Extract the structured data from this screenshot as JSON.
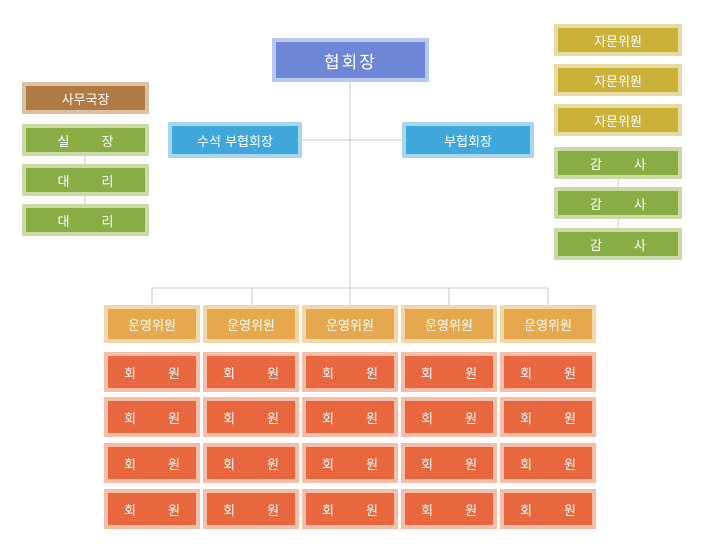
{
  "chairman": "협회장",
  "vice_senior": "수석 부협회장",
  "vice": "부협회장",
  "office_head": "사무국장",
  "office_staff": [
    "실 장",
    "대 리",
    "대 리"
  ],
  "advisors": [
    "자문위원",
    "자문위원",
    "자문위원"
  ],
  "auditors": [
    "감 사",
    "감 사",
    "감 사"
  ],
  "committee": [
    "운영위원",
    "운영위원",
    "운영위원",
    "운영위원",
    "운영위원"
  ],
  "member_label": "회 원",
  "colors": {
    "chairman": "#6f86d6",
    "vice": "#3fa7da",
    "office_head": "#b07a45",
    "staff": "#8aac45",
    "advisor": "#c9b13a",
    "committee": "#e5a84e",
    "member": "#e8673f",
    "connector": "#c8c8c8"
  }
}
